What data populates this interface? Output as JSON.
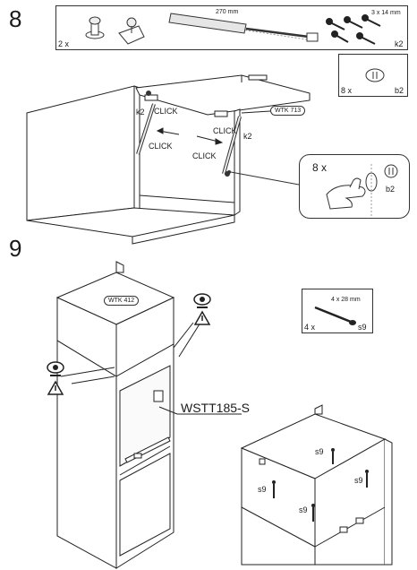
{
  "steps": {
    "step8": "8",
    "step9": "9"
  },
  "step8": {
    "parts_box": {
      "qty": "2 x",
      "length": "270 mm",
      "screw_size": "3 x 14 mm",
      "screw_code": "k2"
    },
    "cap_box": {
      "qty": "8 x",
      "code": "b2"
    },
    "labels": {
      "k2_left": "k2",
      "k2_right": "k2",
      "click1": "CLICK",
      "click2": "CLICK",
      "click3": "CLICK",
      "click4": "CLICK",
      "part_code": "WTK 713"
    },
    "callout": {
      "qty": "8 x",
      "code": "b2"
    }
  },
  "step9": {
    "screw_box": {
      "size": "4 x 28 mm",
      "qty": "4 x",
      "code": "s9"
    },
    "part_code": "WTK 412",
    "cabinet_code": "WSTT185-S",
    "screw_labels": {
      "s9_a": "s9",
      "s9_b": "s9",
      "s9_c": "s9",
      "s9_d": "s9"
    }
  },
  "icons": {
    "eye": "eye-icon",
    "warning": "warning-icon"
  }
}
